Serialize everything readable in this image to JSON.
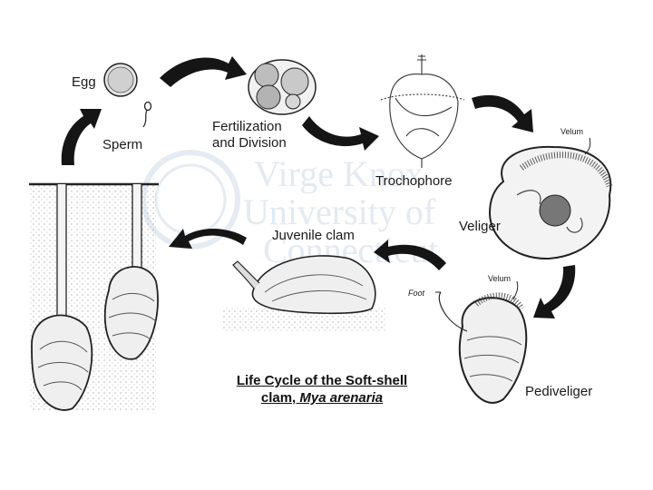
{
  "labels": {
    "egg": "Egg",
    "sperm": "Sperm",
    "fertilization_line1": "Fertilization",
    "fertilization_line2": "and Division",
    "trochophore": "Trochophore",
    "velum_veliger": "Velum",
    "veliger": "Veliger",
    "velum_pediveliger": "Velum",
    "foot": "Foot",
    "pediveliger": "Pediveliger",
    "juvenile_clam": "Juvenile clam"
  },
  "title": {
    "line1": "Life Cycle of the Soft-shell",
    "line2_prefix": "clam, ",
    "line2_species": "Mya arenaria"
  },
  "watermark": {
    "line1": "Virge Knox",
    "line2": "University of",
    "line3": "Connecticut"
  },
  "colors": {
    "ink": "#111111",
    "arrow": "#151515",
    "watermark": "#cdd9e6",
    "sediment": "#d9d9d9"
  }
}
